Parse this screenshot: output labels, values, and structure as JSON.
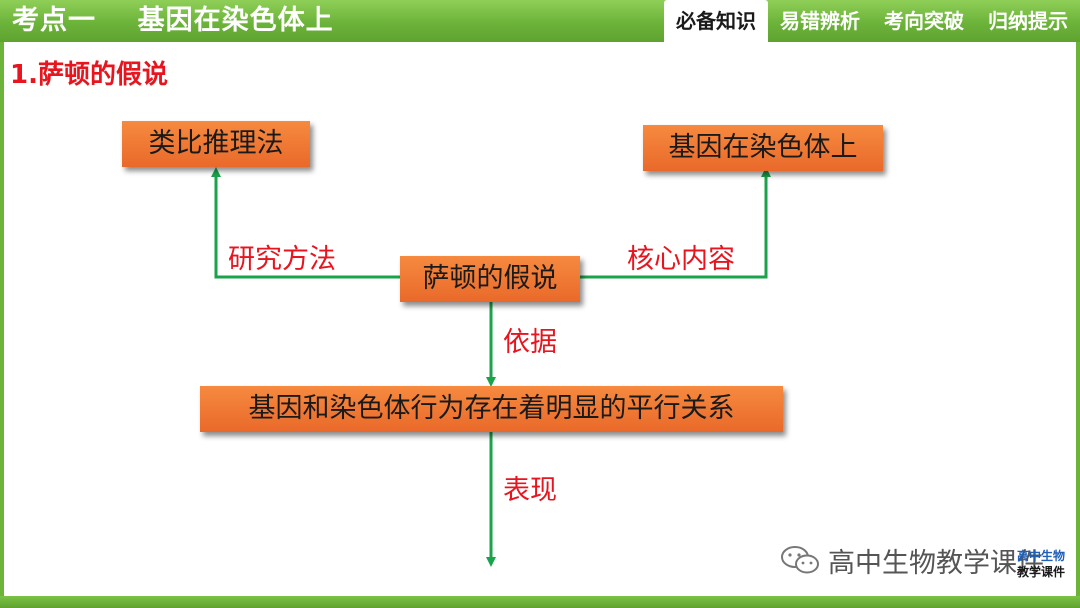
{
  "header": {
    "title": "考点一    基因在染色体上",
    "tabs": [
      {
        "label": "必备知识",
        "active": true
      },
      {
        "label": "易错辨析",
        "active": false
      },
      {
        "label": "考向突破",
        "active": false
      },
      {
        "label": "归纳提示",
        "active": false
      }
    ]
  },
  "section_title": "1.萨顿的假说",
  "diagram": {
    "center": "萨顿的假说",
    "left_node": "类比推理法",
    "right_node": "基因在染色体上",
    "bottom_node": "基因和染色体行为存在着明显的平行关系",
    "edges": {
      "left": "研究方法",
      "right": "核心内容",
      "down1": "依据",
      "down2": "表现"
    }
  },
  "watermark": {
    "text": "高中生物教学课件",
    "logo_top": "高中生物",
    "logo_bottom": "教学课件"
  },
  "colors": {
    "header_green": "#6cb33a",
    "box_orange": "#f07a35",
    "arrow_green": "#1aa34a",
    "label_red": "#e8141e"
  }
}
